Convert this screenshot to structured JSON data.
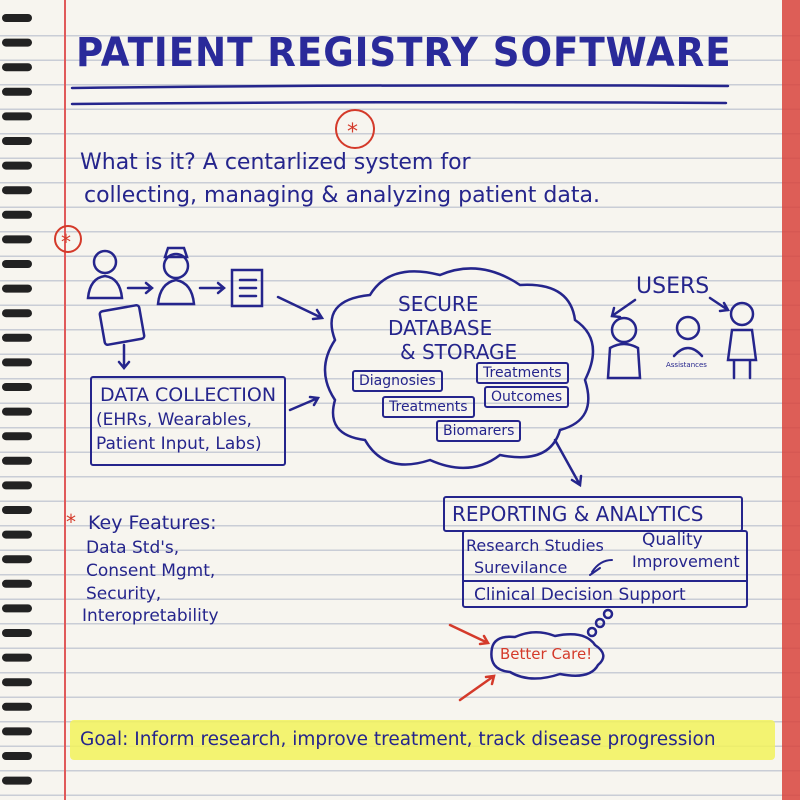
{
  "title": "PATIENT REGISTRY SOFTWARE",
  "intro": {
    "line1": "What is it? A centarlized system for",
    "line2": "collecting, managing & analyzing patient data."
  },
  "data_collection": {
    "heading": "DATA COLLECTION",
    "line1": "(EHRs, Wearables,",
    "line2": "Patient Input, Labs)"
  },
  "database": {
    "line1": "SECURE",
    "line2": "DATABASE",
    "line3": "& STORAGE",
    "tags": [
      "Diagnosies",
      "Treatments",
      "Treatments",
      "Outcomes",
      "Biomarers"
    ]
  },
  "users": {
    "label": "USERS",
    "assistant_label": "Assistances"
  },
  "key_features": {
    "heading": "Key Features:",
    "items": [
      "Data Std's,",
      "Consent Mgmt,",
      "Security,",
      "Interopretability"
    ]
  },
  "reporting": {
    "heading": "REPORTING & ANALYTICS",
    "research": "Research Studies",
    "surveillance": "Surevilance",
    "quality1": "Quality",
    "quality2": "Improvement",
    "clinical": "Clinical Decision Support"
  },
  "better_care": "Better Care!",
  "goal": "Goal: Inform research, improve treatment, track disease progression",
  "colors": {
    "ink": "#25258c",
    "red": "#d43a2a",
    "highlight": "#f2f25a"
  }
}
